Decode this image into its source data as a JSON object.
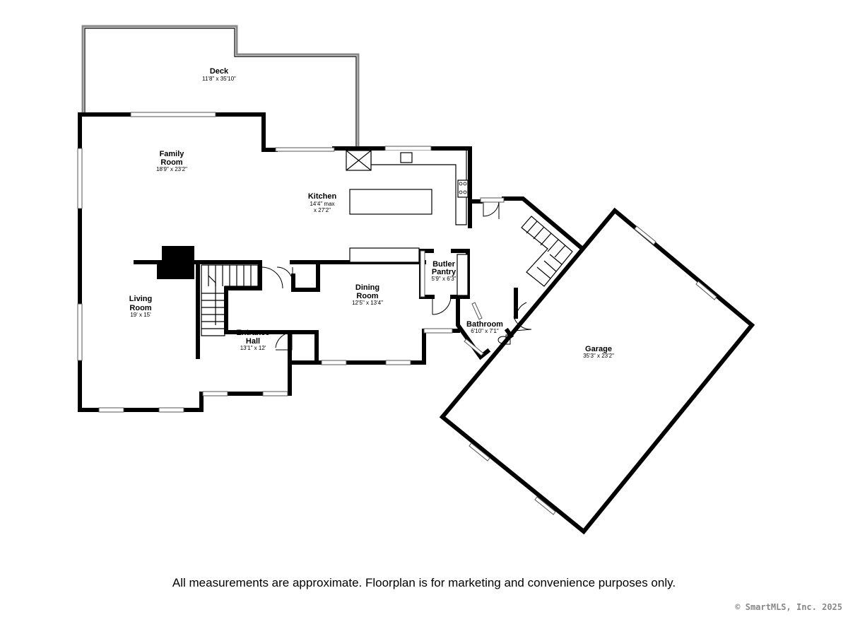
{
  "rooms": {
    "deck": {
      "name": "Deck",
      "dim": "11'8\" x 35'10\""
    },
    "family_room": {
      "name1": "Family",
      "name2": "Room",
      "dim": "18'9\" x 23'2\""
    },
    "kitchen": {
      "name": "Kitchen",
      "dim1": "14'4\" max",
      "dim2": "x 27'2\""
    },
    "living_room": {
      "name1": "Living",
      "name2": "Room",
      "dim": "19' x 15'"
    },
    "entrance_hall": {
      "name1": "Entrance",
      "name2": "Hall",
      "dim": "13'1\" x 12'"
    },
    "dining_room": {
      "name1": "Dining",
      "name2": "Room",
      "dim": "12'5\" x 13'4\""
    },
    "butler_pantry": {
      "name1": "Butler",
      "name2": "Pantry",
      "dim": "5'9\" x 6'3\""
    },
    "bathroom": {
      "name": "Bathroom",
      "dim": "6'10\" x 7'1\""
    },
    "garage": {
      "name": "Garage",
      "dim": "35'3\" x 23'2\""
    }
  },
  "disclaimer": "All measurements are approximate. Floorplan is for marketing and convenience purposes only.",
  "copyright": "© SmartMLS, Inc. 2025"
}
